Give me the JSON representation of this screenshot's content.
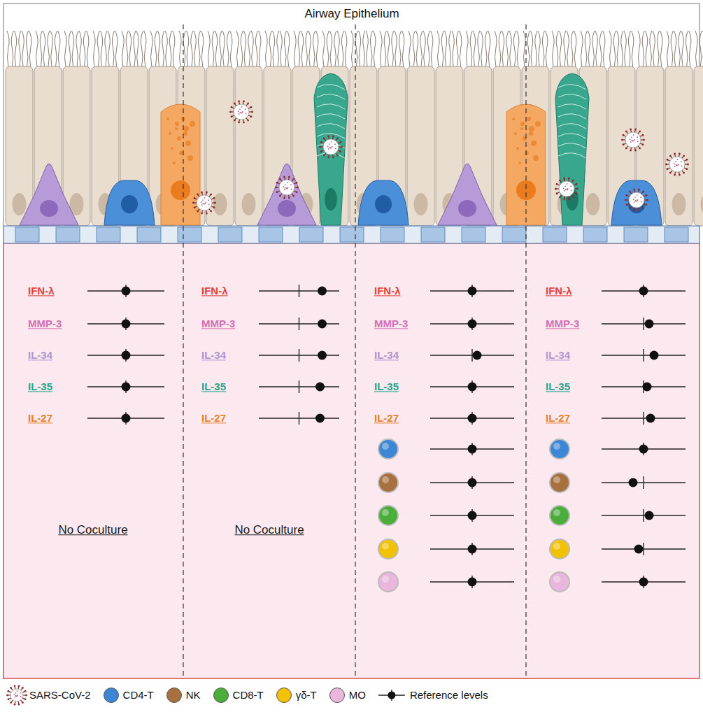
{
  "diagram": {
    "title": "Airway Epithelium",
    "labels": [
      "IFN-λ",
      "MMP-3",
      "IL-34",
      "IL-35",
      "IL-27",
      "No Coculture",
      "IFN-λ",
      "MMP-3",
      "IL-34",
      "IL-35",
      "IL-27",
      "No Coculture",
      "IFN-λ",
      "MMP-3",
      "IL-34",
      "IL-35",
      "IL-27",
      "IFN-λ",
      "MMP-3",
      "IL-34",
      "IL-35",
      "IL-27"
    ],
    "legend": [
      {
        "text": "SARS-CoV-2"
      },
      {
        "text": "CD4-T",
        "color": "#3d86d6"
      },
      {
        "text": "NK",
        "color": "#a8703f"
      },
      {
        "text": "CD8-T",
        "color": "#4cae3a"
      },
      {
        "text": "γδ-T",
        "color": "#f2c200"
      },
      {
        "text": "MO",
        "color": "#eab6dc"
      },
      {
        "text": "Reference levels"
      }
    ]
  }
}
